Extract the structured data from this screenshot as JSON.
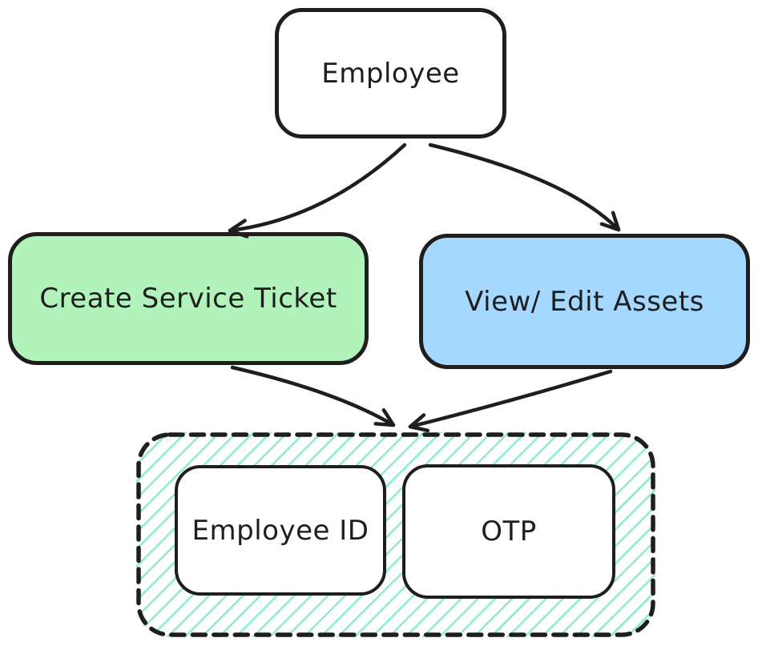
{
  "canvas": {
    "background": "#ffffff",
    "stroke_color": "#1e1e1e"
  },
  "nodes": {
    "employee": {
      "label": "Employee",
      "fill": "#ffffff",
      "text_color": "#1e1e1e"
    },
    "create_service_ticket": {
      "label": "Create Service Ticket",
      "fill": "#b2f2bb",
      "text_color": "#1e1e1e"
    },
    "view_edit_assets": {
      "label": "View/ Edit Assets",
      "fill": "#a5d8ff",
      "text_color": "#1e1e1e"
    },
    "employee_id": {
      "label": "Employee ID",
      "fill": "#ffffff",
      "text_color": "#1e1e1e"
    },
    "otp": {
      "label": "OTP",
      "fill": "#ffffff",
      "text_color": "#1e1e1e"
    }
  },
  "auth_group": {
    "fill_style": "hachure",
    "hatch_color": "#8deccf",
    "border_style": "dashed",
    "border_color": "#1e1e1e",
    "contains": [
      "employee_id",
      "otp"
    ]
  },
  "edges": [
    {
      "from": "employee",
      "to": "create_service_ticket",
      "arrowhead": "end"
    },
    {
      "from": "employee",
      "to": "view_edit_assets",
      "arrowhead": "end"
    },
    {
      "from": "create_service_ticket",
      "to": "auth_group",
      "arrowhead": "end"
    },
    {
      "from": "view_edit_assets",
      "to": "auth_group",
      "arrowhead": "end"
    }
  ]
}
